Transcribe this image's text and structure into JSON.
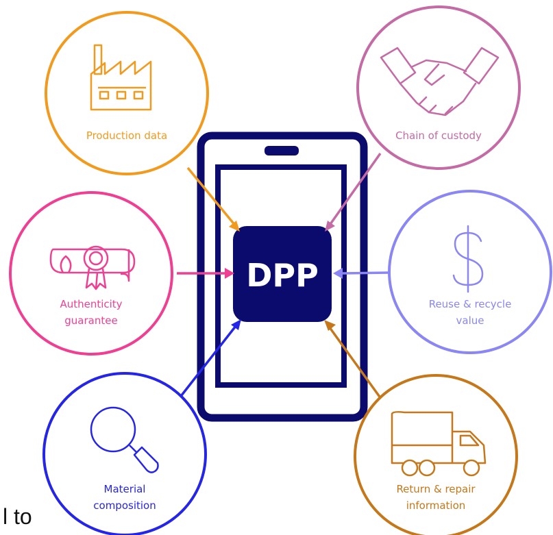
{
  "center": {
    "label": "DPP",
    "fill": "#0b0b6e",
    "text_color": "#ffffff"
  },
  "phone": {
    "stroke": "#0b0b6e"
  },
  "nodes": [
    {
      "id": "production",
      "lines": [
        "Production data"
      ],
      "color": "#f29a1e",
      "icon": "factory-icon"
    },
    {
      "id": "custody",
      "lines": [
        "Chain of custody"
      ],
      "color": "#c46aa5",
      "icon": "handshake-icon"
    },
    {
      "id": "authenticity",
      "lines": [
        "Authenticity",
        "guarantee"
      ],
      "color": "#f03f92",
      "icon": "certificate-icon"
    },
    {
      "id": "reuse",
      "lines": [
        "Reuse & recycle",
        "value"
      ],
      "color": "#8a86f4",
      "icon": "dollar-icon"
    },
    {
      "id": "material",
      "lines": [
        "Material",
        "composition"
      ],
      "color": "#2525ea",
      "icon": "magnifier-icon"
    },
    {
      "id": "return",
      "lines": [
        "Return & repair",
        "information"
      ],
      "color": "#c5771a",
      "icon": "truck-icon"
    }
  ],
  "stray_text": "l to"
}
